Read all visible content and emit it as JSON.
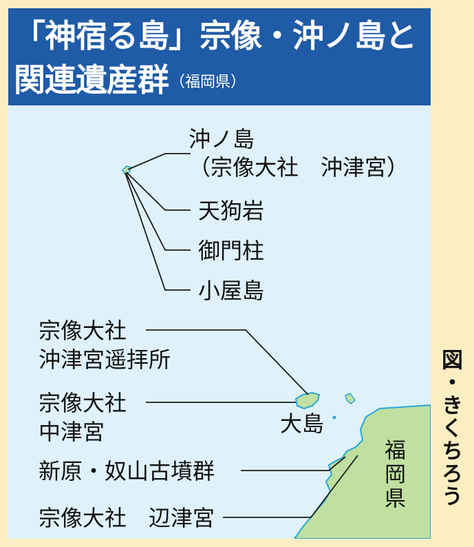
{
  "header": {
    "title_line1": "「神宿る島」宗像・沖ノ島と",
    "title_line2": "関連遺産群",
    "title_sub": "（福岡県）"
  },
  "labels": {
    "okinoshima": "沖ノ島",
    "okinoshima_note": "（宗像大社　沖津宮）",
    "tengu_iwa": "天狗岩",
    "gomon_bashira": "御門柱",
    "koyajima": "小屋島",
    "okitsu_yohaisho_1": "宗像大社",
    "okitsu_yohaisho_2": "沖津宮遥拝所",
    "nakatsu_1": "宗像大社",
    "nakatsu_2": "中津宮",
    "oshima": "大島",
    "kofun": "新原・奴山古墳群",
    "hetsu": "宗像大社　辺津宮",
    "fukuoka": "福岡県"
  },
  "credit": "図・きくちろう",
  "colors": {
    "page_bg": "#fbeec2",
    "header_bg": "#1f5ba6",
    "header_text": "#ffffff",
    "sea": "#dff1fa",
    "land": "#bfe0a0",
    "coast": "#2aa6d8",
    "leader": "#1a1a1a"
  }
}
